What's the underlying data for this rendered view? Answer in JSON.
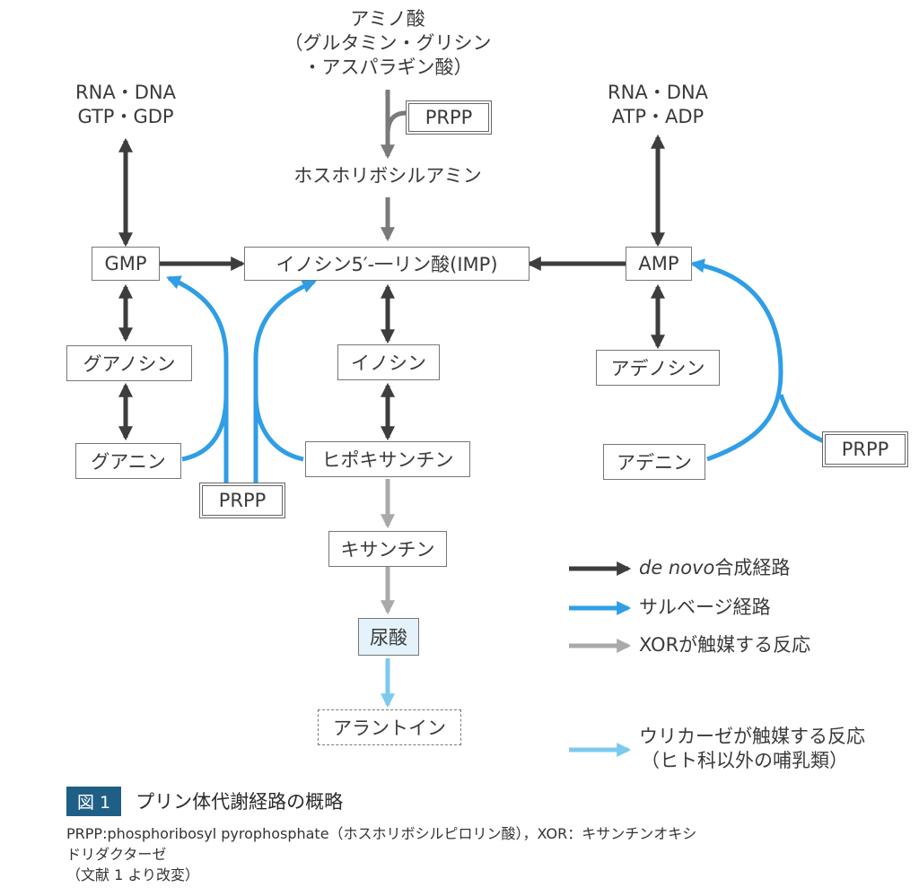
{
  "nodes": {
    "amino_acids": [
      "アミノ酸",
      "（グルタミン・グリシン",
      "・アスパラギン酸）"
    ],
    "rna_dna_left": [
      "RNA・DNA",
      "GTP・GDP"
    ],
    "rna_dna_right": [
      "RNA・DNA",
      "ATP・ADP"
    ],
    "prpp_top": "PRPP",
    "phosphoribosylamine": "ホスホリボシルアミン",
    "gmp": "GMP",
    "imp": "イノシン5′-一リン酸(IMP)",
    "amp": "AMP",
    "guanosine": "グアノシン",
    "inosine": "イノシン",
    "adenosine": "アデノシン",
    "guanine": "グアニン",
    "hypoxanthine": "ヒポキサンチン",
    "adenine": "アデニン",
    "prpp_bottom": "PRPP",
    "prpp_right": "PRPP",
    "xanthine": "キサンチン",
    "uric_acid": "尿酸",
    "allantoin": "アラントイン"
  },
  "legend": {
    "de_novo_italic": "de novo",
    "de_novo_rest": "合成経路",
    "salvage": "サルベージ経路",
    "xor": "XORが触媒する反応",
    "uricase_line1": "ウリカーゼが触媒する反応",
    "uricase_line2": "（ヒト科以外の哺乳類）"
  },
  "colors": {
    "de_novo": "#3d3d3d",
    "salvage": "#2f9ee6",
    "xor": "#a9a9a9",
    "uricase": "#7cc9ef"
  },
  "caption": {
    "badge": "図 1",
    "title": "プリン体代謝経路の概略",
    "note_line1": "PRPP:phosphoribosyl pyrophosphate（ホスホリボシルピロリン酸），XOR：キサンチンオキシ",
    "note_line2": "ドリダクターゼ",
    "note_line3": "（文献 1 より改変）"
  }
}
